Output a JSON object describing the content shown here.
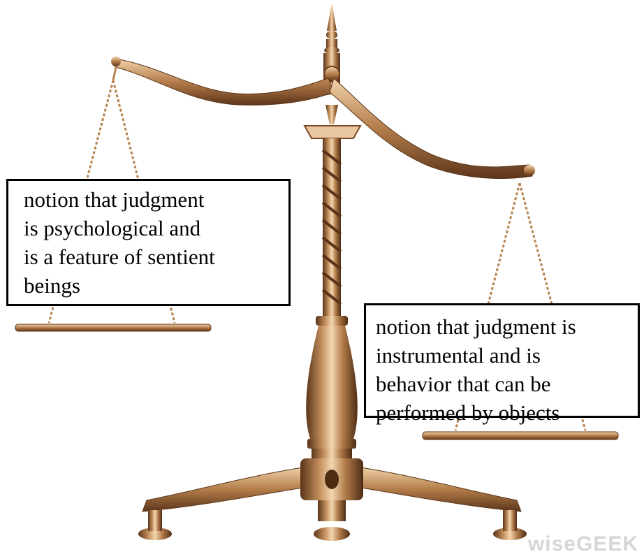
{
  "image": {
    "subject": "scales of justice",
    "left_label": "notion that judgment\nis psychological and\nis a feature of sentient\nbeings",
    "right_label": "notion that judgment is\ninstrumental and is\nbehavior that can be\nperformed by objects",
    "watermark": "wiseGEEK"
  },
  "colors": {
    "background": "#ffffff",
    "bronze_light": "#f0cfa6",
    "bronze_mid": "#b98453",
    "bronze_dark": "#5a3418",
    "box_border": "#000000"
  }
}
